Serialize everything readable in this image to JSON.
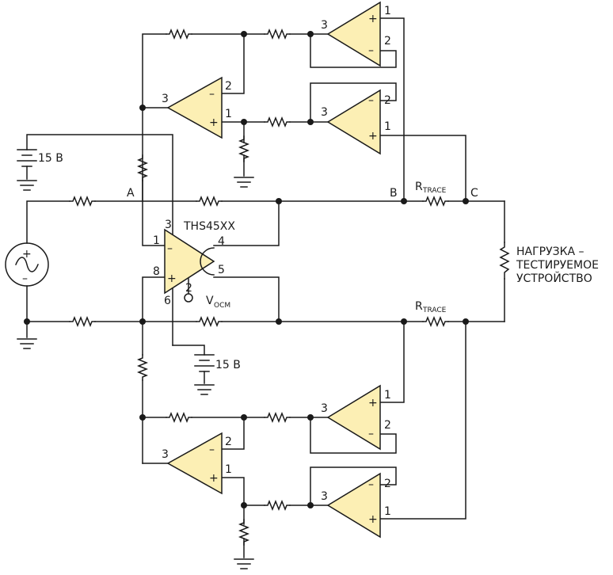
{
  "labels": {
    "node_a": "A",
    "node_b": "B",
    "node_c": "C",
    "chip": "THS45XX",
    "supply_top": "15 В",
    "supply_bottom": "15 В",
    "r_trace_top_main": "R",
    "r_trace_top_sub": "TRACE",
    "r_trace_bottom_main": "R",
    "r_trace_bottom_sub": "TRACE",
    "vocm_main": "V",
    "vocm_sub": "OCM",
    "load_line1": "НАГРУЗКА –",
    "load_line2": "ТЕСТИРУЕМОЕ",
    "load_line3": "УСТРОЙСТВО"
  },
  "pins": {
    "ths_pin1": "1",
    "ths_pin2": "2",
    "ths_pin3": "3",
    "ths_pin4": "4",
    "ths_pin5": "5",
    "ths_pin6": "6",
    "ths_pin8": "8",
    "one": "1",
    "two": "2",
    "three": "3"
  },
  "signs": {
    "plus": "+",
    "minus": "–"
  },
  "colors": {
    "opamp_fill": "#fcefb4",
    "wire": "#1a1a1a"
  }
}
